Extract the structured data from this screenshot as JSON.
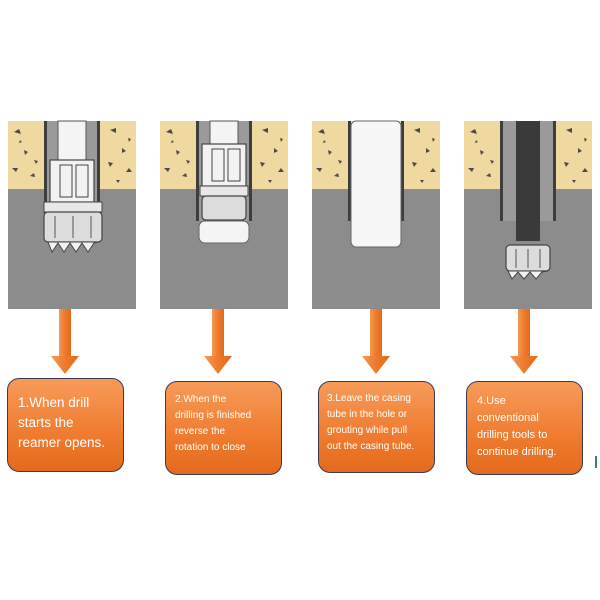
{
  "steps": [
    {
      "label": "1.When drill starts the reamer opens.",
      "lines": [
        "1.When drill",
        "starts the",
        "reamer opens."
      ]
    },
    {
      "label": "2.When the drilling is finished reverse the rotation to close",
      "lines": [
        "2.When the",
        "drilling is finished",
        "reverse the",
        "rotation to close"
      ]
    },
    {
      "label": "3.Leave the casing tube in the hole or grouting while pull out the casing tube.",
      "lines": [
        "3.Leave the casing",
        "tube in the hole or",
        "grouting while pull",
        "out the casing tube."
      ]
    },
    {
      "label": "4.Use conventional drilling tools to continue drilling.",
      "lines": [
        "4.Use",
        "conventional",
        "drilling tools to",
        "continue drilling."
      ]
    }
  ],
  "colors": {
    "soil": "#f0d9a0",
    "rock": "#8c8c8c",
    "casing": "#3d3d3d",
    "arrow": "#ee7a2c",
    "box_fill": "#f08a3e",
    "box_border": "#3a3a55",
    "tool": "#f2f2f2"
  }
}
